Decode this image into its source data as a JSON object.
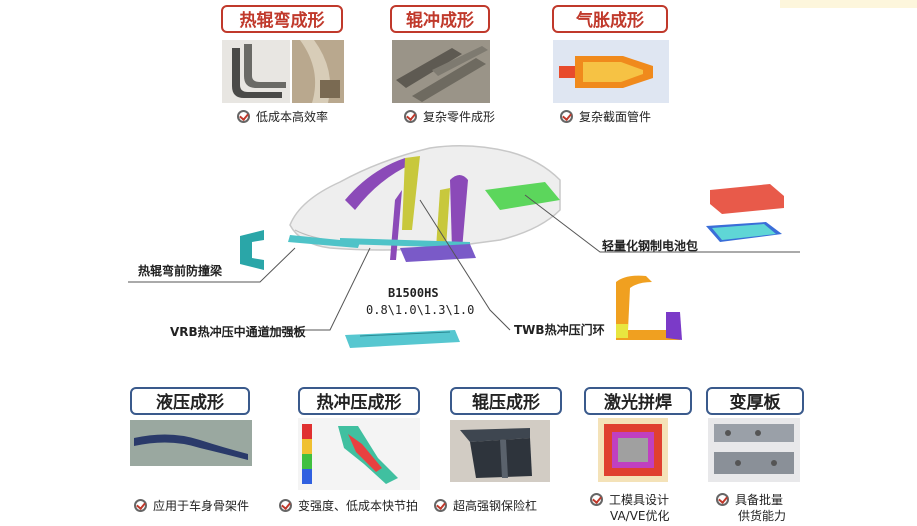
{
  "top_processes": [
    {
      "title": "热辊弯成形",
      "caption": "低成本高效率"
    },
    {
      "title": "辊冲成形",
      "caption": "复杂零件成形"
    },
    {
      "title": "气胀成形",
      "caption": "复杂截面管件"
    }
  ],
  "center": {
    "callouts": {
      "front_beam": "热辊弯前防撞梁",
      "tunnel": "VRB热冲压中通道加强板",
      "material": "B1500HS",
      "thickness": "0.8\\1.0\\1.3\\1.0",
      "door_ring": "TWB热冲压门环",
      "battery": "轻量化钢制电池包"
    }
  },
  "bottom_processes": [
    {
      "title": "液压成形",
      "caption": "应用于车身骨架件"
    },
    {
      "title": "热冲压成形",
      "caption": "变强度、低成本快节拍"
    },
    {
      "title": "辊压成形",
      "caption": "超高强钢保险杠"
    },
    {
      "title": "激光拼焊",
      "caption_line1": "工模具设计",
      "caption_line2": "VA/VE优化"
    },
    {
      "title": "变厚板",
      "caption_line1": "具备批量",
      "caption_line2": "供货能力"
    }
  ],
  "colors": {
    "pill_red": "#c0392b",
    "pill_blue": "#3a5a8c"
  }
}
